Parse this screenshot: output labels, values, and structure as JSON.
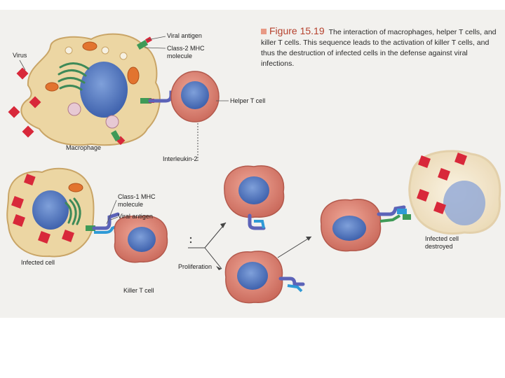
{
  "figure": {
    "number": "Figure 15.19",
    "caption": "The interaction of macrophages, helper T cells, and killer T cells. This sequence leads to the activation of killer T cells, and thus the destruction of infected cells in the defense against viral infections."
  },
  "labels": {
    "virus": "Virus",
    "viral_antigen_top": "Viral antigen",
    "class2_mhc": "Class-2 MHC\nmolecule",
    "helper_t": "Helper T cell",
    "macrophage": "Macrophage",
    "interleukin": "Interleukin-2",
    "class1_mhc": "Class-1 MHC\nmolecule",
    "viral_antigen_bottom": "Viral antigen",
    "infected_cell": "Infected cell",
    "killer_t": "Killer T cell",
    "proliferation": "Proliferation",
    "infected_destroyed": "Infected cell\ndestroyed"
  },
  "colors": {
    "macrophage_body": "#ecd6a3",
    "macrophage_edge": "#c9a567",
    "nucleus": "#5a7fc4",
    "tcell_body": "#de8577",
    "virus_red": "#d8283a",
    "mitochondria": "#e2742f",
    "golgi": "#3e8a58",
    "receptor": "#5c63b8",
    "mhc_green": "#3f9a57",
    "antigen_blue": "#2f9ad6"
  }
}
